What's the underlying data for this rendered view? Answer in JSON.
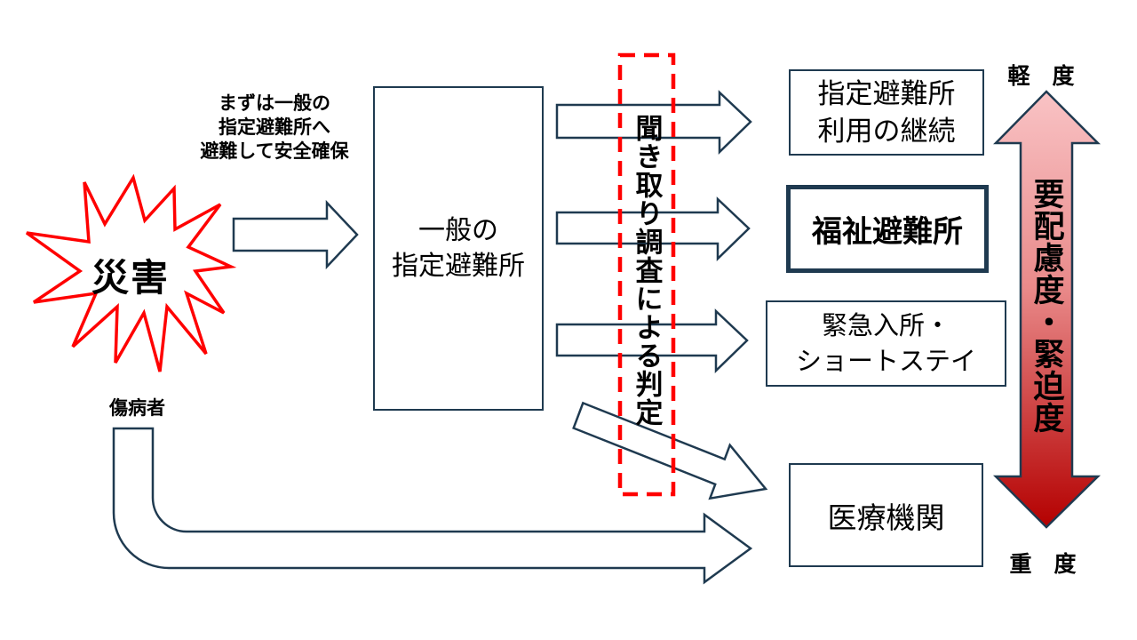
{
  "diagram_title": "disaster-evacuation-flow",
  "disaster": {
    "label": "災害"
  },
  "note": {
    "line1": "まずは一般の",
    "line2": "指定避難所へ",
    "line3": "避難して安全確保"
  },
  "general_shelter": {
    "line1": "一般の",
    "line2": "指定避難所"
  },
  "assessment": {
    "vertical_label": "聞き取り調査による判定"
  },
  "outcomes": {
    "continue_shelter": {
      "line1": "指定避難所",
      "line2": "利用の継続"
    },
    "welfare_shelter": {
      "label": "福祉避難所"
    },
    "emergency_stay": {
      "line1": "緊急入所・",
      "line2": "ショートステイ"
    },
    "medical": {
      "label": "医療機関"
    }
  },
  "injured": {
    "label": "傷病者"
  },
  "severity_scale": {
    "top_label": "軽　度",
    "axis_label": "要配慮度・緊迫度",
    "bottom_label": "重　度"
  },
  "colors": {
    "outline": "#1f3a50",
    "starburst_red": "#ff0000",
    "dashed_red": "#ff0000",
    "scale_gradient_top": "#f9c3c5",
    "scale_gradient_bottom": "#b40000"
  }
}
